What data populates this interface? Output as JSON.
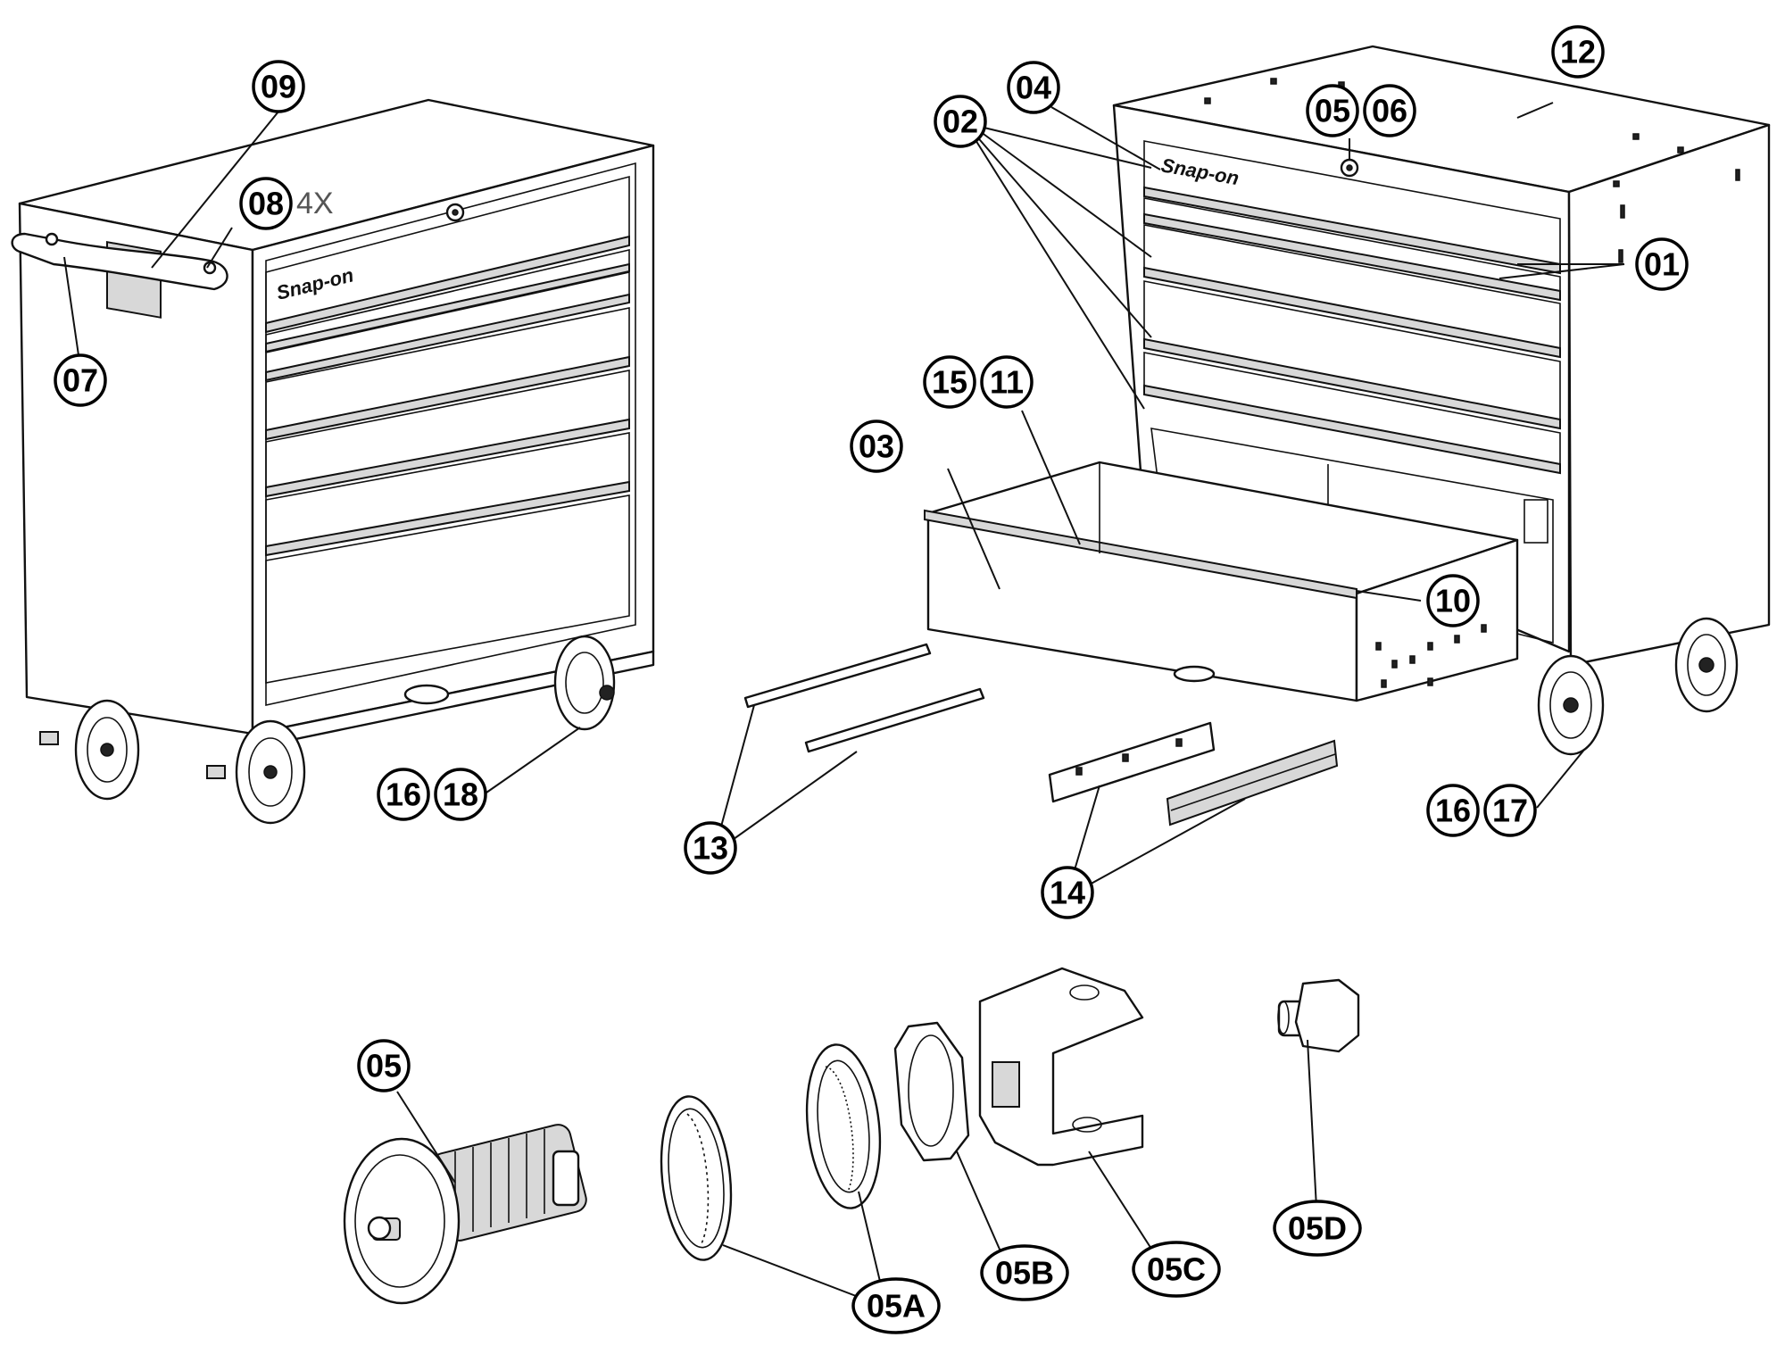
{
  "callouts": [
    {
      "id": "c01",
      "label": "01"
    },
    {
      "id": "c02",
      "label": "02"
    },
    {
      "id": "c03",
      "label": "03"
    },
    {
      "id": "c04",
      "label": "04"
    },
    {
      "id": "c05top",
      "label": "05"
    },
    {
      "id": "c06",
      "label": "06"
    },
    {
      "id": "c07",
      "label": "07"
    },
    {
      "id": "c08",
      "label": "08"
    },
    {
      "id": "c09",
      "label": "09"
    },
    {
      "id": "c10",
      "label": "10"
    },
    {
      "id": "c11",
      "label": "11"
    },
    {
      "id": "c12",
      "label": "12"
    },
    {
      "id": "c13",
      "label": "13"
    },
    {
      "id": "c14",
      "label": "14"
    },
    {
      "id": "c15",
      "label": "15"
    },
    {
      "id": "c16a",
      "label": "16"
    },
    {
      "id": "c18",
      "label": "18"
    },
    {
      "id": "c16b",
      "label": "16"
    },
    {
      "id": "c17",
      "label": "17"
    },
    {
      "id": "c05lock",
      "label": "05"
    },
    {
      "id": "c05A",
      "label": "05A"
    },
    {
      "id": "c05B",
      "label": "05B"
    },
    {
      "id": "c05C",
      "label": "05C"
    },
    {
      "id": "c05D",
      "label": "05D"
    }
  ],
  "quantity_note": "4X",
  "brand_logo": "Snap-on"
}
